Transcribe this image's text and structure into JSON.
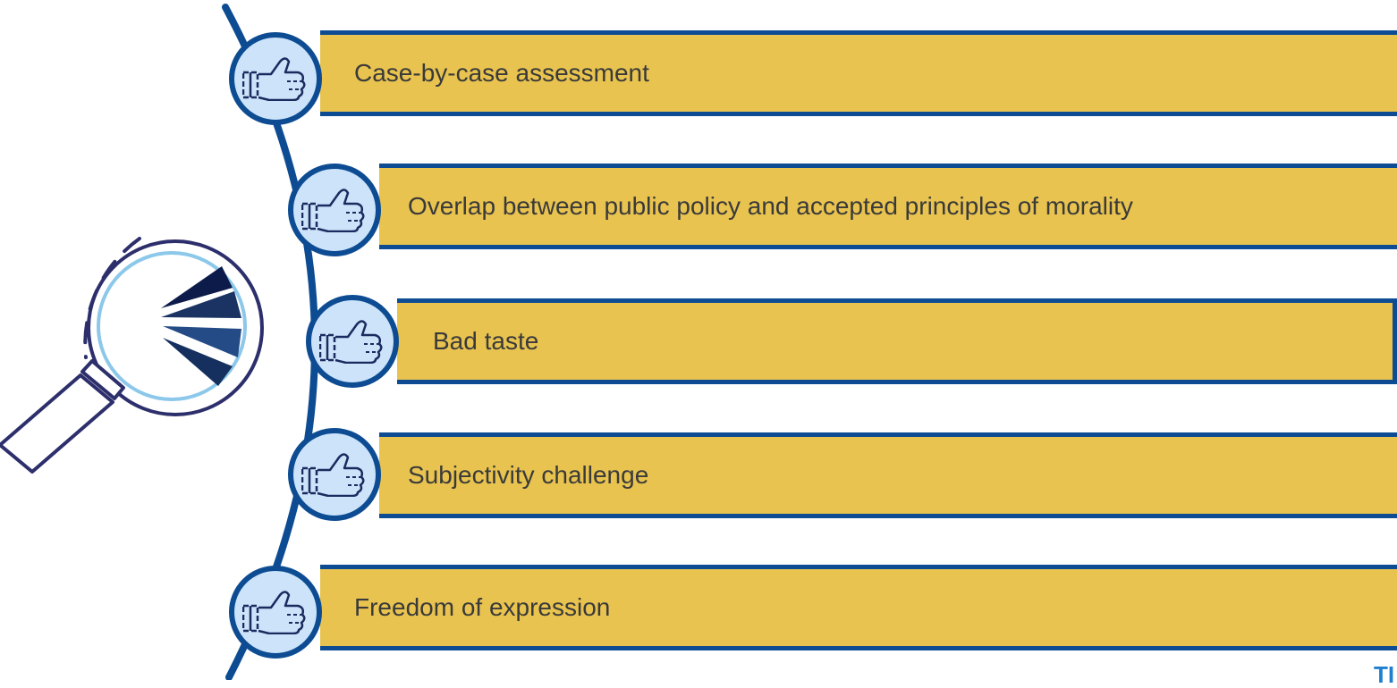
{
  "items": [
    {
      "label": "Case-by-case assessment",
      "icon": "thumbs-up-icon"
    },
    {
      "label": "Overlap between public policy and  accepted principles of morality",
      "icon": "thumbs-up-icon"
    },
    {
      "label": "Bad taste",
      "icon": "thumbs-up-icon"
    },
    {
      "label": "Subjectivity challenge",
      "icon": "thumbs-up-icon"
    },
    {
      "label": "Freedom of expression",
      "icon": "thumbs-up-icon"
    }
  ],
  "corner_mark": "TI",
  "colors": {
    "bar_fill": "#E8C34F",
    "bar_border": "#0D4C92",
    "badge_fill": "#CCE3FA",
    "text": "#3A3A3A",
    "magnifier_outline": "#2C2F6B",
    "lens_ring": "#8CC8EA",
    "corner_mark": "#1F7FD0"
  },
  "graphic": {
    "name": "magnifying-glass-icon"
  }
}
